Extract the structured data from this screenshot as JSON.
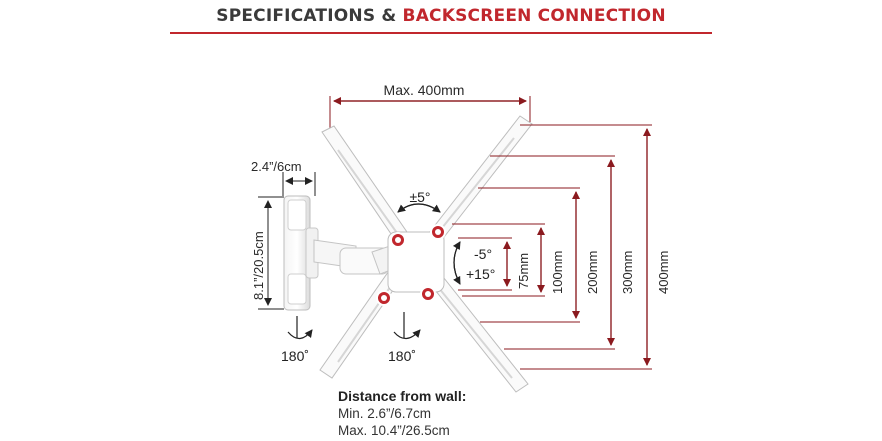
{
  "header": {
    "title_part1": "SPECIFICATIONS & ",
    "title_part2": "BACKSCREEN CONNECTION",
    "accent_color": "#c1272d",
    "text_color": "#3a3a3a"
  },
  "dimensions": {
    "max_width": "Max. 400mm",
    "arm_depth": "2.4”/6cm",
    "plate_height": "8.1”/20.5cm",
    "vesa_75": "75mm",
    "vesa_100": "100mm",
    "vesa_200": "200mm",
    "vesa_300": "300mm",
    "vesa_400": "400mm"
  },
  "angles": {
    "rotation": "±5°",
    "tilt_down": "-5°",
    "tilt_up": "+15°",
    "swivel_wall": "180˚",
    "swivel_head": "180˚"
  },
  "wall_distance": {
    "title": "Distance from wall:",
    "min": "Min. 2.6”/6.7cm",
    "max": "Max. 10.4”/26.5cm"
  },
  "icons": [
    "arrow-arc-icon",
    "rotation-arc-icon"
  ]
}
